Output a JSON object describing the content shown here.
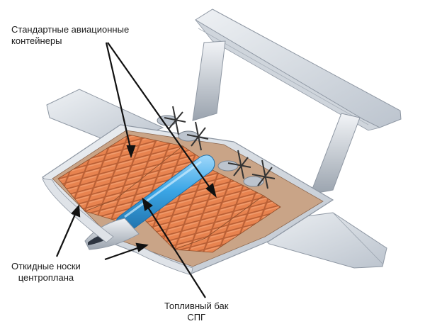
{
  "labels": {
    "containers_line1": "Стандартные авиационные",
    "containers_line2": "контейнеры",
    "nose_line1": "Откидные носки",
    "nose_line2": "центроплана",
    "tank_line1": "Топливный бак",
    "tank_line2": "СПГ"
  },
  "colors": {
    "airframe_light": "#e4e8ed",
    "airframe_mid": "#c3cad3",
    "airframe_dark": "#8e97a3",
    "cargo_bay_floor": "#c9a487",
    "container_fill": "#e8834f",
    "container_edge": "#b85f35",
    "tank_fill": "#3ba6e6",
    "tank_highlight": "#9fd8fb",
    "pointer_line": "#111111"
  }
}
